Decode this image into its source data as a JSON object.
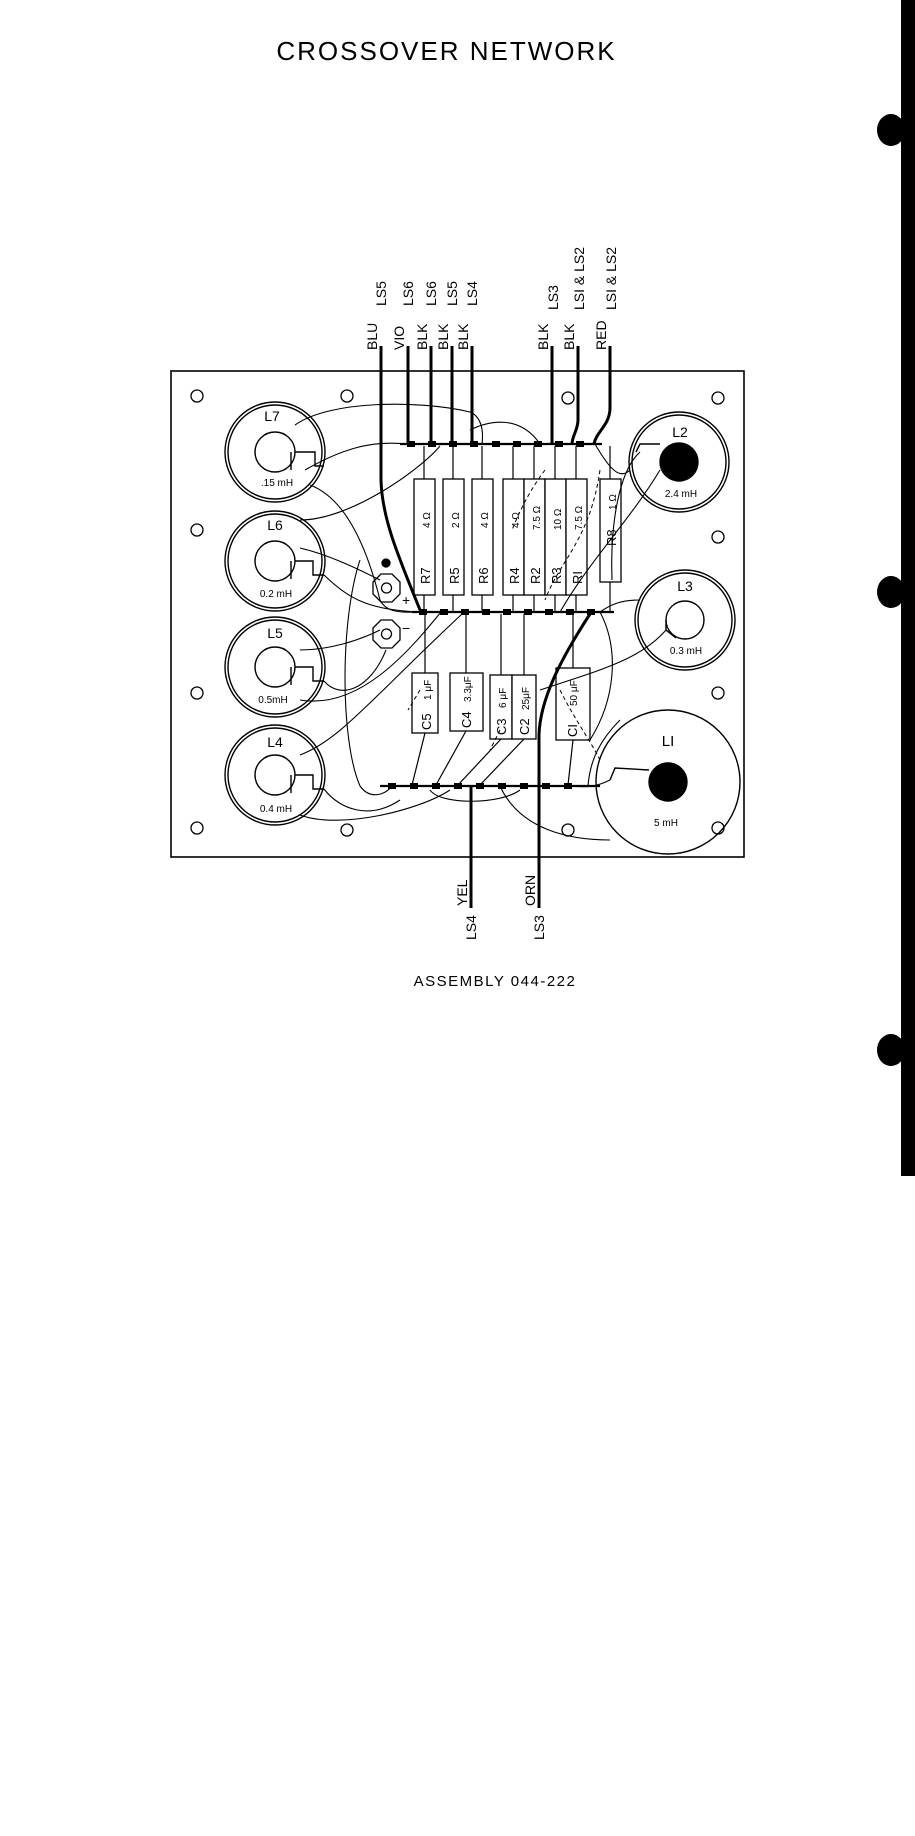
{
  "title": "CROSSOVER NETWORK",
  "caption": "ASSEMBLY 044-222",
  "top_leads": [
    {
      "color": "BLU",
      "speaker": "LS5"
    },
    {
      "color": "VIO",
      "speaker": "LS6"
    },
    {
      "color": "BLK",
      "speaker": "LS6"
    },
    {
      "color": "BLK",
      "speaker": "LS5"
    },
    {
      "color": "BLK",
      "speaker": "LS4"
    },
    {
      "color": "BLK",
      "speaker": "LS3"
    },
    {
      "color": "BLK",
      "speaker": "LSI & LS2"
    },
    {
      "color": "RED",
      "speaker": "LSI & LS2"
    }
  ],
  "bottom_leads": [
    {
      "color": "YEL",
      "speaker": "LS4"
    },
    {
      "color": "ORN",
      "speaker": "LS3"
    }
  ],
  "inductors": [
    {
      "label": "L7",
      "value": ".15 mH"
    },
    {
      "label": "L6",
      "value": "0.2 mH"
    },
    {
      "label": "L5",
      "value": "0.5mH"
    },
    {
      "label": "L4",
      "value": "0.4 mH"
    },
    {
      "label": "L2",
      "value": "2.4 mH"
    },
    {
      "label": "L3",
      "value": "0.3 mH"
    },
    {
      "label": "LI",
      "value": "5 mH"
    }
  ],
  "resistors": [
    {
      "label": "R7",
      "value": "4 Ω"
    },
    {
      "label": "R5",
      "value": "2 Ω"
    },
    {
      "label": "R6",
      "value": "4 Ω"
    },
    {
      "label": "R4",
      "value": "4 Ω"
    },
    {
      "label": "R2",
      "value": "7.5 Ω"
    },
    {
      "label": "R3",
      "value": "10 Ω"
    },
    {
      "label": "RI",
      "value": "7.5 Ω"
    },
    {
      "label": "R8",
      "value": "1 Ω"
    }
  ],
  "capacitors": [
    {
      "label": "C5",
      "value": "1 μF"
    },
    {
      "label": "C4",
      "value": "3.3μF"
    },
    {
      "label": "C3",
      "value": "6 μF"
    },
    {
      "label": "C2",
      "value": "25μF"
    },
    {
      "label": "CI",
      "value": "50 μF"
    }
  ],
  "terminals": {
    "plus": "+",
    "minus": "−"
  }
}
